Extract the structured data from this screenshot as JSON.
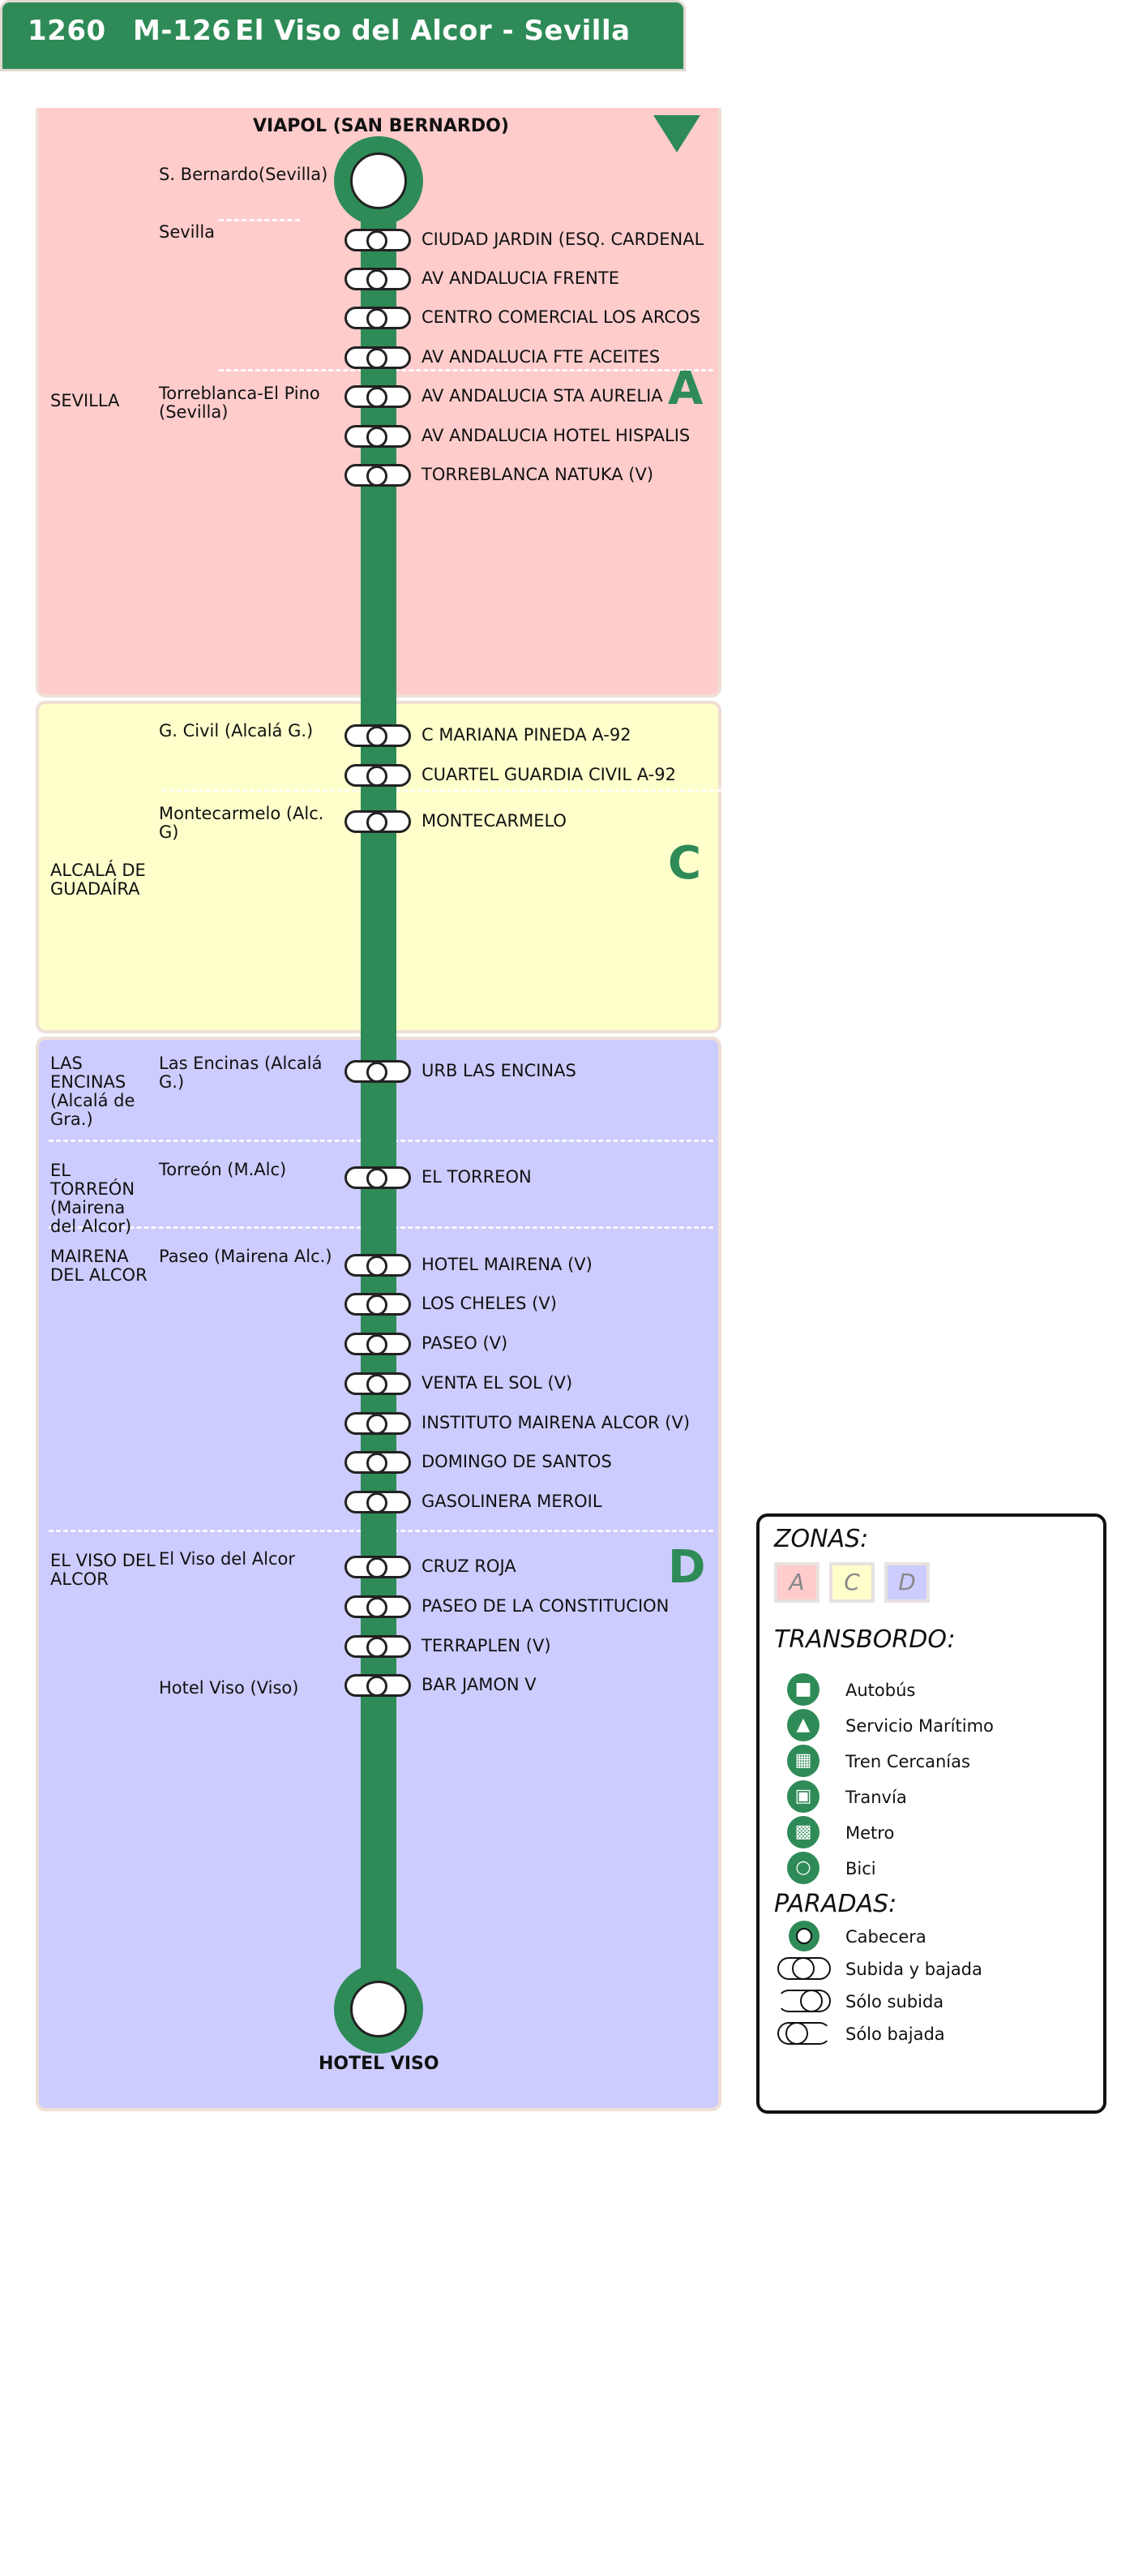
{
  "header": {
    "code": "1260",
    "line": "M-126",
    "title": "El Viso del Alcor - Sevilla"
  },
  "direction_label": "VIAPOL (SAN BERNARDO)",
  "end_label": "HOTEL VISO",
  "zones": [
    {
      "id": "zone-a",
      "letter": "A",
      "color": "#ffcccc"
    },
    {
      "id": "zone-c",
      "letter": "C",
      "color": "#ffffcc"
    },
    {
      "id": "zone-d",
      "letter": "D",
      "color": "#ccccff"
    }
  ],
  "municipalities": [
    "SEVILLA",
    "ALCALÁ DE GUADAÍRA",
    "LAS ENCINAS (Alcalá de Gra.)",
    "EL TORREÓN (Mairena del Alcor)",
    "MAIRENA DEL ALCOR",
    "EL VISO DEL ALCOR"
  ],
  "areas": [
    "S. Bernardo(Sevilla)",
    "Sevilla",
    "Torreblanca-El Pino (Sevilla)",
    "G. Civil (Alcalá G.)",
    "Montecarmelo (Alc. G)",
    "Las Encinas (Alcalá G.)",
    "Torreón (M.Alc)",
    "Paseo (Mairena Alc.)",
    "El Viso del Alcor",
    "Hotel Viso (Viso)"
  ],
  "stops": [
    "CIUDAD JARDIN (ESQ. CARDENAL",
    "AV ANDALUCIA FRENTE",
    "CENTRO COMERCIAL LOS ARCOS",
    "AV ANDALUCIA FTE ACEITES",
    "AV ANDALUCIA STA AURELIA",
    "AV ANDALUCIA HOTEL HISPALIS",
    "TORREBLANCA NATUKA (V)",
    "C MARIANA PINEDA A-92",
    "CUARTEL GUARDIA CIVIL A-92",
    "MONTECARMELO",
    "URB LAS ENCINAS",
    "EL TORREON",
    "HOTEL MAIRENA (V)",
    "LOS CHELES (V)",
    "PASEO (V)",
    "VENTA EL SOL (V)",
    "INSTITUTO MAIRENA ALCOR (V)",
    "DOMINGO DE SANTOS",
    "GASOLINERA MEROIL",
    "CRUZ ROJA",
    "PASEO DE LA CONSTITUCION",
    "TERRAPLEN (V)",
    "BAR JAMON V"
  ],
  "legend": {
    "zones_title": "ZONAS:",
    "zone_letters": [
      "A",
      "C",
      "D"
    ],
    "transfer_title": "TRANSBORDO:",
    "transfers": [
      {
        "label": "Autobús",
        "icon": "bus-icon"
      },
      {
        "label": "Servicio Marítimo",
        "icon": "ferry-icon"
      },
      {
        "label": "Tren Cercanías",
        "icon": "train-icon"
      },
      {
        "label": "Tranvía",
        "icon": "tram-icon"
      },
      {
        "label": "Metro",
        "icon": "metro-icon"
      },
      {
        "label": "Bici",
        "icon": "bike-icon"
      }
    ],
    "stops_title": "PARADAS:",
    "stop_types": [
      "Cabecera",
      "Subida y bajada",
      "Sólo subida",
      "Sólo bajada"
    ]
  },
  "colors": {
    "line": "#2e8b57"
  }
}
